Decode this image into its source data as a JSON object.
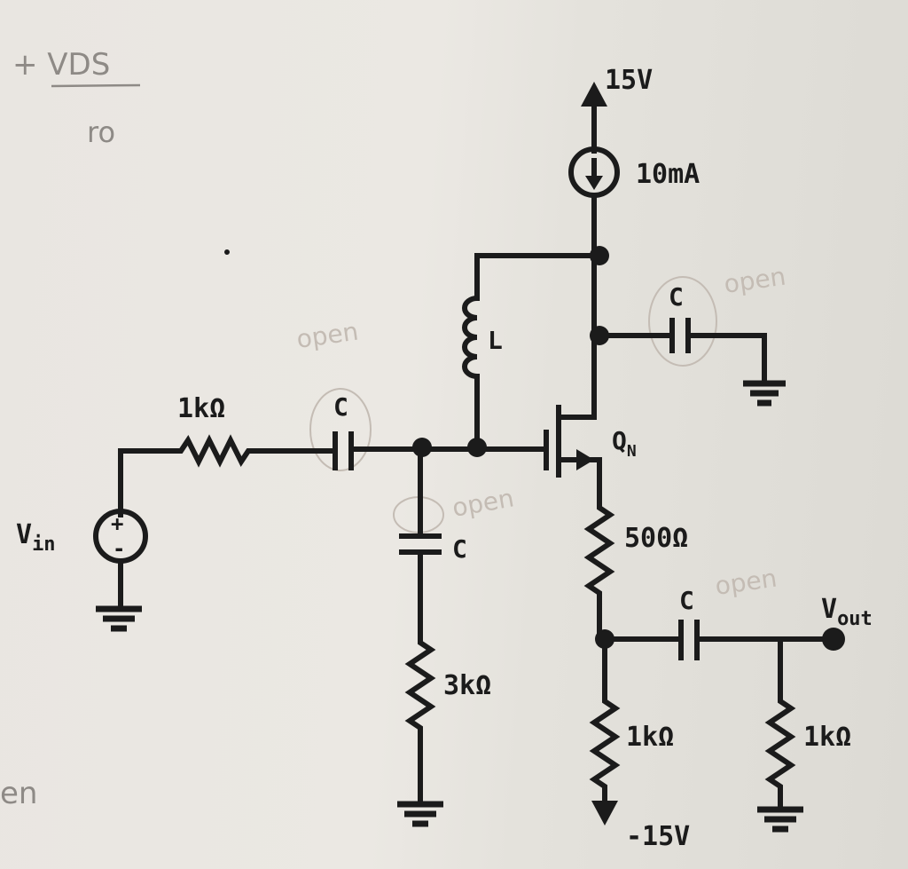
{
  "labels": {
    "supply_pos": "15V",
    "current_source": "10mA",
    "inductor": "L",
    "cap_bypass": "C",
    "r_in": "1kΩ",
    "cap_in": "C",
    "transistor": "Q",
    "transistor_sub": "N",
    "vin_main": "V",
    "vin_sub": "in",
    "cap_shunt": "C",
    "r_source": "500Ω",
    "cap_out": "C",
    "vout_main": "V",
    "vout_sub": "out",
    "r_gate": "3kΩ",
    "r_bottom": "1kΩ",
    "r_load": "1kΩ",
    "supply_neg": "-15V"
  },
  "handwriting": {
    "formula_top": "+ VDS",
    "formula_bottom": "ro",
    "open_1": "open",
    "open_2": "open",
    "open_3": "open",
    "open_4": "open",
    "open_5": "open",
    "fragment": "en"
  }
}
